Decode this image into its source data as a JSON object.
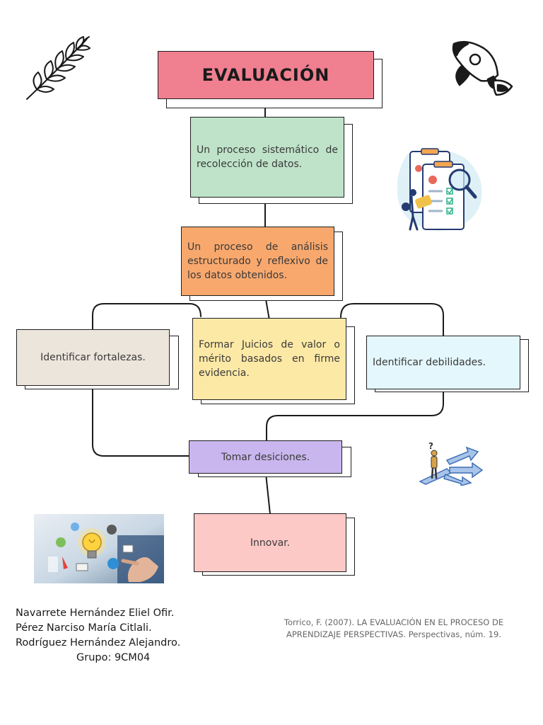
{
  "diagram": {
    "title": "EVALUACIÓN",
    "nodes": {
      "definition_collection": "Un proceso sistemático de recolección de datos.",
      "definition_analysis": "Un proceso de análisis estructurado y reflexivo de los datos obtenidos.",
      "strengths": "Identificar fortalezas.",
      "judgements": "Formar Juicios de valor o mérito basados en firme evidencia.",
      "weaknesses": "Identificar debilidades.",
      "decisions": "Tomar desiciones.",
      "innovate": "Innovar."
    }
  },
  "authors": {
    "lines": [
      "Navarrete Hernández Eliel Ofir.",
      "Pérez Narciso María Citlali.",
      "Rodríguez Hernández Alejandro."
    ],
    "group": "Grupo: 9CM04"
  },
  "reference": {
    "line1": "Torrico, F. (2007). LA EVALUACIÓN EN EL PROCESO DE",
    "line2": "APRENDIZAJE PERSPECTIVAS.  Perspectivas, núm. 19."
  },
  "colors": {
    "title_box": "#f07f90",
    "collection_box": "#bfe3c9",
    "analysis_box": "#f8a86d",
    "strengths_box": "#ece5dc",
    "judgements_box": "#fde9a6",
    "weaknesses_box": "#e4f7fd",
    "decisions_box": "#c9b6ee",
    "innovate_box": "#fdc9c7",
    "outline": "#1f1f1f"
  },
  "icons": [
    "leaf-branch-icon",
    "rocket-icon",
    "clipboard-magnifier-icon",
    "crossroads-person-icon",
    "lightbulb-innovation-photo"
  ]
}
